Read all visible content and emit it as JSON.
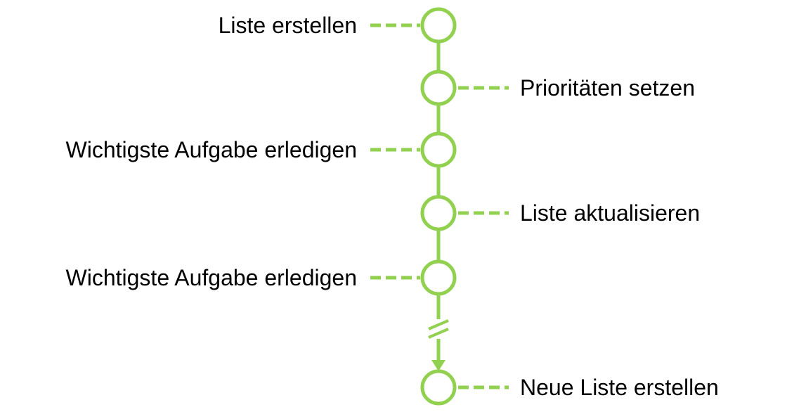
{
  "style": {
    "accent_color": "#92d050",
    "text_color": "#000000",
    "background_color": "#ffffff"
  },
  "timeline": {
    "connector_style": "dashed",
    "has_break_mark": true,
    "ends_with_arrow": true,
    "steps": [
      {
        "label": "Liste erstellen",
        "side": "left"
      },
      {
        "label": "Prioritäten setzen",
        "side": "right"
      },
      {
        "label": "Wichtigste Aufgabe erledigen",
        "side": "left"
      },
      {
        "label": "Liste aktualisieren",
        "side": "right"
      },
      {
        "label": "Wichtigste Aufgabe erledigen",
        "side": "left"
      },
      {
        "label": "Neue Liste erstellen",
        "side": "right"
      }
    ]
  }
}
